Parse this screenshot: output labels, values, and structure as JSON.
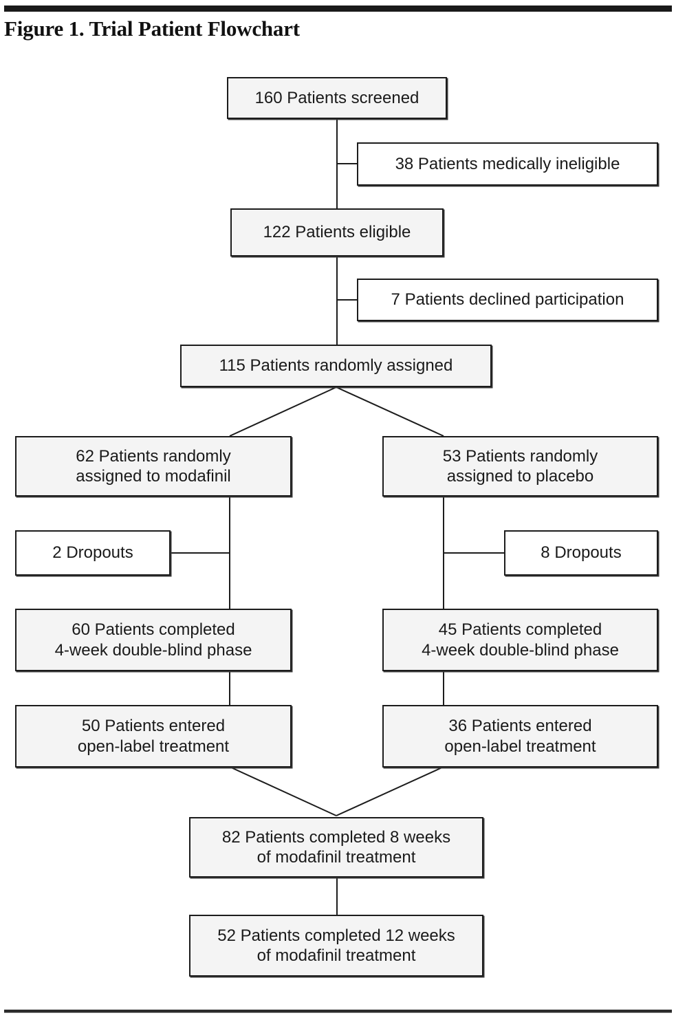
{
  "figure": {
    "title": "Figure 1. Trial Patient Flowchart"
  },
  "chart_data": {
    "type": "diagram",
    "diagram_kind": "consort-patient-flowchart",
    "title": "Figure 1. Trial Patient Flowchart",
    "colors": {
      "box_border": "#1c1c1c",
      "box_shaded_fill": "#f4f4f4",
      "box_plain_fill": "#ffffff",
      "text": "#1a1a1a",
      "rule": "#1a1a1a"
    },
    "nodes": [
      {
        "id": "screened",
        "label": "160 Patients screened",
        "count": 160,
        "style": "shaded",
        "column": "center"
      },
      {
        "id": "ineligible",
        "label": "38 Patients medically ineligible",
        "count": 38,
        "style": "plain",
        "column": "right-branch"
      },
      {
        "id": "eligible",
        "label": "122 Patients eligible",
        "count": 122,
        "style": "shaded",
        "column": "center"
      },
      {
        "id": "declined",
        "label": "7 Patients declined participation",
        "count": 7,
        "style": "plain",
        "column": "right-branch"
      },
      {
        "id": "randomized",
        "label": "115 Patients randomly assigned",
        "count": 115,
        "style": "shaded",
        "column": "center"
      },
      {
        "id": "modafinil-arm",
        "label": "62 Patients randomly\nassigned to modafinil",
        "count": 62,
        "style": "shaded",
        "column": "left"
      },
      {
        "id": "placebo-arm",
        "label": "53 Patients randomly\nassigned to placebo",
        "count": 53,
        "style": "shaded",
        "column": "right"
      },
      {
        "id": "dropouts-left",
        "label": "2  Dropouts",
        "count": 2,
        "style": "plain",
        "column": "far-left"
      },
      {
        "id": "dropouts-right",
        "label": "8  Dropouts",
        "count": 8,
        "style": "plain",
        "column": "far-right"
      },
      {
        "id": "completed-left",
        "label": "60 Patients completed\n4-week double-blind phase",
        "count": 60,
        "style": "shaded",
        "column": "left"
      },
      {
        "id": "completed-right",
        "label": "45 Patients completed\n4-week double-blind phase",
        "count": 45,
        "style": "shaded",
        "column": "right"
      },
      {
        "id": "openlabel-left",
        "label": "50 Patients entered\nopen-label treatment",
        "count": 50,
        "style": "shaded",
        "column": "left"
      },
      {
        "id": "openlabel-right",
        "label": "36 Patients entered\nopen-label treatment",
        "count": 36,
        "style": "shaded",
        "column": "right"
      },
      {
        "id": "week8",
        "label": "82 Patients completed 8 weeks\nof modafinil treatment",
        "count": 82,
        "style": "shaded",
        "column": "center"
      },
      {
        "id": "week12",
        "label": "52 Patients completed 12 weeks\nof modafinil treatment",
        "count": 52,
        "style": "shaded",
        "column": "center"
      }
    ],
    "edges": [
      {
        "from": "screened",
        "to": "ineligible",
        "type": "exclusion"
      },
      {
        "from": "screened",
        "to": "eligible",
        "type": "flow"
      },
      {
        "from": "eligible",
        "to": "declined",
        "type": "exclusion"
      },
      {
        "from": "eligible",
        "to": "randomized",
        "type": "flow"
      },
      {
        "from": "randomized",
        "to": "modafinil-arm",
        "type": "split"
      },
      {
        "from": "randomized",
        "to": "placebo-arm",
        "type": "split"
      },
      {
        "from": "modafinil-arm",
        "to": "dropouts-left",
        "type": "exclusion"
      },
      {
        "from": "placebo-arm",
        "to": "dropouts-right",
        "type": "exclusion"
      },
      {
        "from": "modafinil-arm",
        "to": "completed-left",
        "type": "flow"
      },
      {
        "from": "placebo-arm",
        "to": "completed-right",
        "type": "flow"
      },
      {
        "from": "completed-left",
        "to": "openlabel-left",
        "type": "flow"
      },
      {
        "from": "completed-right",
        "to": "openlabel-right",
        "type": "flow"
      },
      {
        "from": "openlabel-left",
        "to": "week8",
        "type": "merge"
      },
      {
        "from": "openlabel-right",
        "to": "week8",
        "type": "merge"
      },
      {
        "from": "week8",
        "to": "week12",
        "type": "flow"
      }
    ]
  }
}
